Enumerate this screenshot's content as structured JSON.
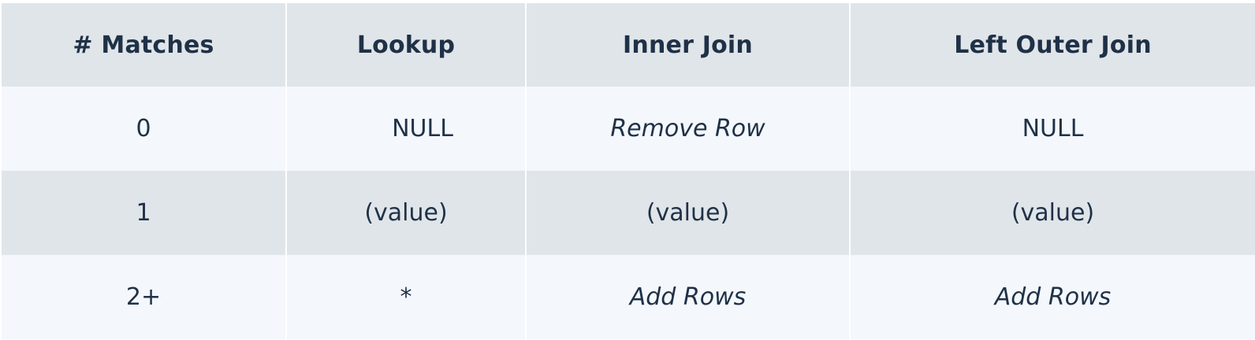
{
  "table": {
    "headers": [
      "# Matches",
      "Lookup",
      "Inner Join",
      "Left Outer Join"
    ],
    "rows": [
      [
        "0",
        "NULL",
        "Remove Row",
        "NULL"
      ],
      [
        "1",
        "(value)",
        "(value)",
        "(value)"
      ],
      [
        "2+",
        "*",
        "Add Rows",
        "Add Rows"
      ]
    ]
  },
  "colors": {
    "header_bg": "#e0e5e9",
    "row_light_bg": "#f4f7fb",
    "row_dark_bg": "#e0e5e9",
    "text": "#1f3147"
  }
}
